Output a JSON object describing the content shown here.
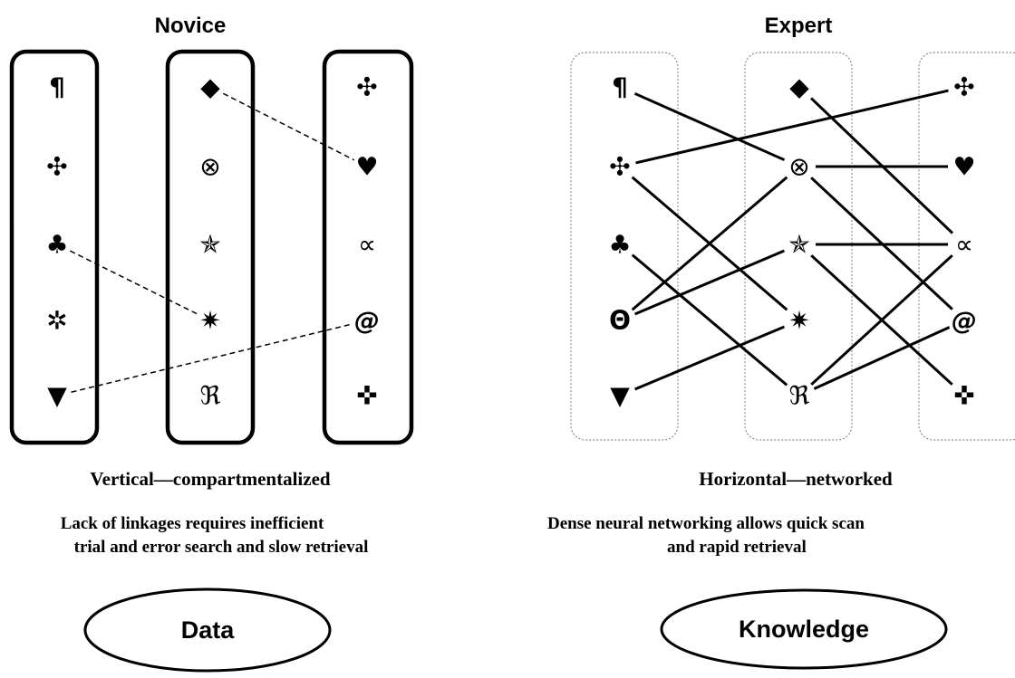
{
  "novice": {
    "heading": "Novice",
    "columns": [
      [
        "¶",
        "✣",
        "♣",
        "✲",
        "▼"
      ],
      [
        "◆",
        "⊗",
        "✯",
        "✷",
        "ℜ"
      ],
      [
        "✣",
        "♥",
        "∝",
        "@",
        "✜"
      ]
    ],
    "links": [
      [
        "1.0",
        "2.1"
      ],
      [
        "0.2",
        "1.3"
      ],
      [
        "0.4",
        "2.3"
      ]
    ],
    "caption_title": "Vertical—compartmentalized",
    "caption_lines": [
      "Lack of linkages requires inefficient",
      "trial and error search and slow retrieval"
    ],
    "oval_label": "Data"
  },
  "expert": {
    "heading": "Expert",
    "columns": [
      [
        "¶",
        "✣",
        "♣",
        "Θ",
        "▼"
      ],
      [
        "◆",
        "⊗",
        "✯",
        "✷",
        "ℜ"
      ],
      [
        "✣",
        "♥",
        "∝",
        "@",
        "✜"
      ]
    ],
    "links": [
      [
        "0.0",
        "1.1"
      ],
      [
        "0.1",
        "2.0"
      ],
      [
        "0.1",
        "1.3"
      ],
      [
        "0.2",
        "1.4"
      ],
      [
        "0.3",
        "1.1"
      ],
      [
        "0.3",
        "1.2"
      ],
      [
        "0.4",
        "1.3"
      ],
      [
        "1.0",
        "2.2"
      ],
      [
        "1.1",
        "2.1"
      ],
      [
        "1.1",
        "2.3"
      ],
      [
        "1.2",
        "2.4"
      ],
      [
        "1.4",
        "2.2"
      ],
      [
        "1.4",
        "2.3"
      ],
      [
        "1.2",
        "2.2"
      ]
    ],
    "caption_title": "Horizontal—networked",
    "caption_lines": [
      "Dense neural networking allows quick scan",
      "and rapid retrieval"
    ],
    "oval_label": "Knowledge"
  }
}
